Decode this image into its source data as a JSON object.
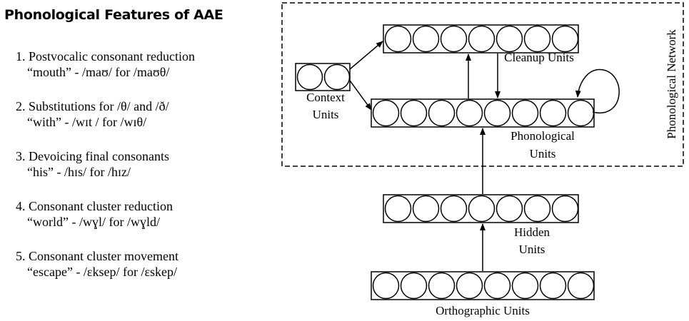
{
  "title": "Phonological Features of AAE",
  "features": [
    {
      "heading": "1. Postvocalic consonant reduction",
      "example": "“mouth” - /maʊ/ for /maʊθ/"
    },
    {
      "heading": "2. Substitutions for /θ/ and /ð/",
      "example": "“with” - /wɪt / for /wɪθ/"
    },
    {
      "heading": "3. Devoicing final consonants",
      "example": "“his” - /hɪs/ for /hɪz/"
    },
    {
      "heading": "4. Consonant cluster reduction",
      "example": "“world” - /wɣl/ for /wɣld/"
    },
    {
      "heading": "5. Consonant cluster movement",
      "example": "“escape” - /ɛksep/ for /ɛskep/"
    }
  ],
  "diagram": {
    "network_label": "Phonological Network",
    "cleanup": {
      "label": "Cleanup Units",
      "unit_count": 7
    },
    "context": {
      "label_line1": "Context",
      "label_line2": "Units",
      "unit_count": 2
    },
    "phonological": {
      "label_line1": "Phonological",
      "label_line2": "Units",
      "unit_count": 8
    },
    "hidden": {
      "label_line1": "Hidden",
      "label_line2": "Units",
      "unit_count": 7
    },
    "orthographic": {
      "label": "Orthographic Units",
      "unit_count": 8
    }
  }
}
